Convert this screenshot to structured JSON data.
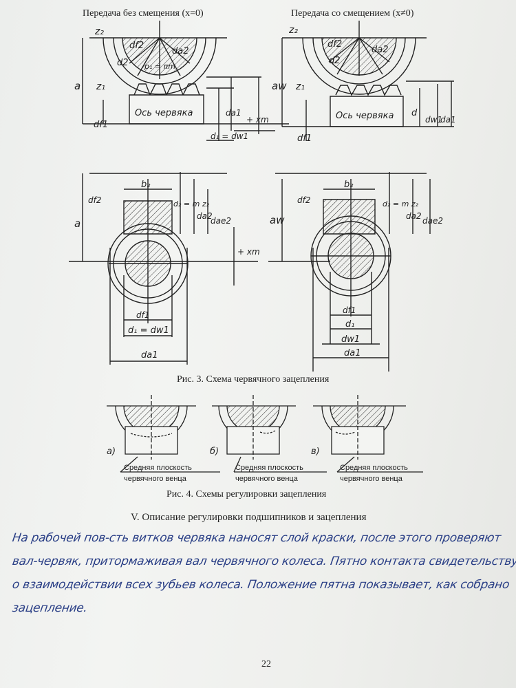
{
  "headers": {
    "left": "Передача без смещения (x=0)",
    "right": "Передача со смещением (x≠0)"
  },
  "figure3_labels": {
    "worm_axis_left": "Ось червяка",
    "worm_axis_right": "Ось червяка",
    "z2": "z₂",
    "z1": "z₁",
    "a": "a",
    "aw": "aw",
    "df2": "df2",
    "da2": "da2",
    "d2": "d2",
    "p1": "p₁ = πm",
    "df1": "df1",
    "da1": "da1",
    "d1_dw1": "d₁ = dw1",
    "xm_plus": "+ xm",
    "d": "d",
    "dw1": "dw1",
    "b2": "b₂",
    "d2_m_z2": "d₂ = m z₂",
    "dae2": "dae2",
    "d1": "d₁",
    "df1_right": "df1",
    "dw1_bottom": "dw1",
    "da1_bottom": "da1"
  },
  "caption_fig3": "Рис. 3. Схема червячного зацепления",
  "figure4_labels": {
    "a": "а)",
    "b": "б)",
    "v": "в)",
    "mid_plane_1": "Средняя плоскость",
    "mid_plane_2": "червячного венца"
  },
  "caption_fig4": "Рис. 4. Схемы регулировки зацепления",
  "section_title": "V. Описание регулировки подшипников и зацепления",
  "handwritten_lines": [
    "На рабочей пов-сть витков червяка наносят слой краски, после этого проверяют",
    "вал-червяк, притормаживая вал червячного колеса. Пятно контакта свидетельствует",
    "о взаимодействии всех зубьев колеса. Положение пятна показывает, как собрано",
    "зацепление."
  ],
  "page_number": "22",
  "colors": {
    "ink": "#2a3f86",
    "print": "#222222",
    "paper": "#eff0ee"
  }
}
